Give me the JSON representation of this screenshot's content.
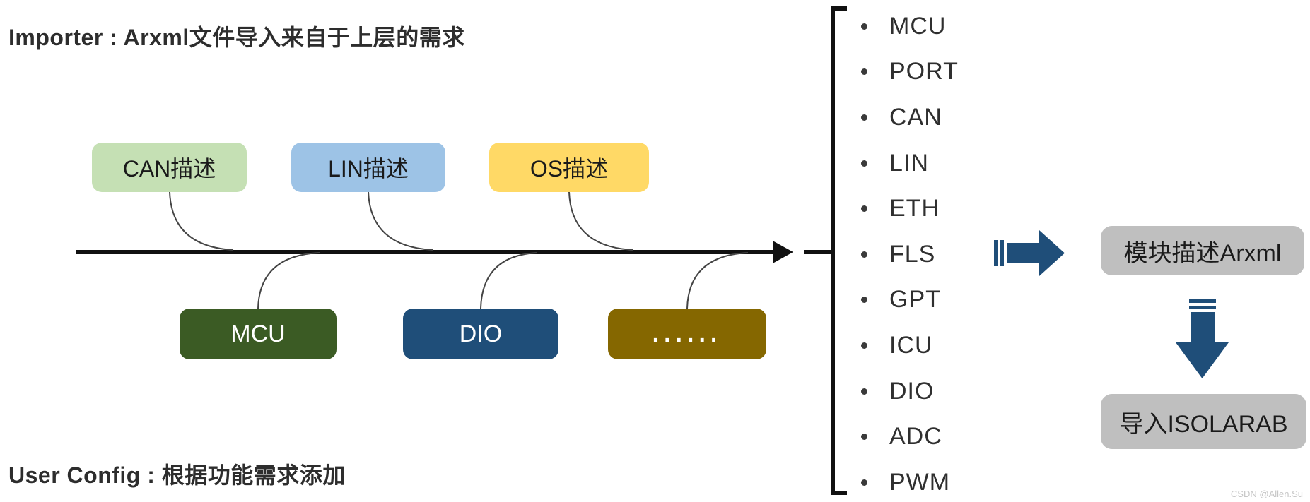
{
  "titles": {
    "importer": "Importer : Arxml文件导入来自于上层的需求",
    "user_config": "User Config : 根据功能需求添加"
  },
  "fishbone": {
    "top_boxes": [
      {
        "label": "CAN描述",
        "color": "#c5e0b4"
      },
      {
        "label": "LIN描述",
        "color": "#9dc3e6"
      },
      {
        "label": "OS描述",
        "color": "#ffd966"
      }
    ],
    "bottom_boxes": [
      {
        "label": "MCU",
        "color": "#3b5b24"
      },
      {
        "label": "DIO",
        "color": "#1f4e79"
      },
      {
        "label": "......",
        "color": "#856700"
      }
    ]
  },
  "module_list": {
    "items": [
      "MCU",
      "PORT",
      "CAN",
      "LIN",
      "ETH",
      "FLS",
      "GPT",
      "ICU",
      "DIO",
      "ADC",
      "PWM"
    ]
  },
  "flow": {
    "arrow_color": "#1f4e79",
    "boxes": [
      {
        "label": "模块描述Arxml",
        "color": "#bfbfbf"
      },
      {
        "label": "导入ISOLARAB",
        "color": "#bfbfbf"
      }
    ]
  },
  "watermark": "CSDN @Allen.Su"
}
